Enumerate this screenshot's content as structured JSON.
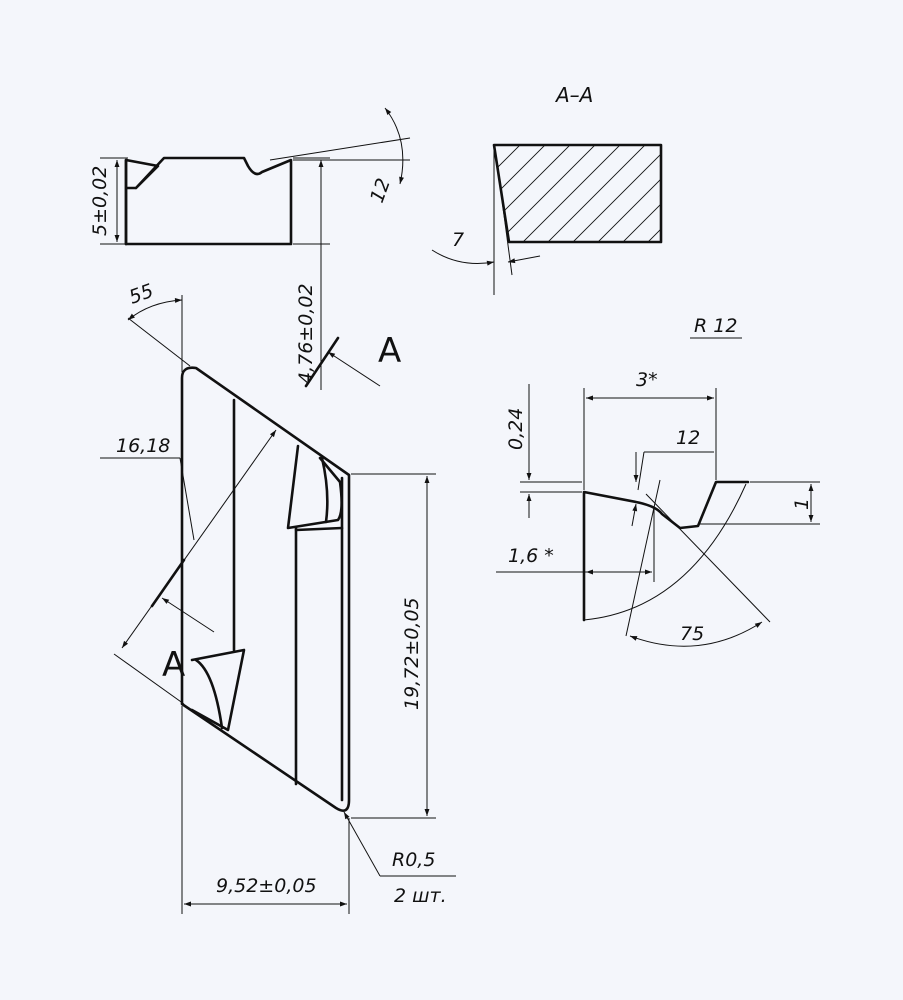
{
  "section": {
    "title": "A–A",
    "angle": "7"
  },
  "front_view": {
    "height": "5±0,02",
    "angle": "12"
  },
  "top_view": {
    "angle": "55",
    "diag": "16,18",
    "length": "19,72±0,05",
    "width": "9,52±0,05",
    "radius": "R0,5",
    "qty": "2 шт.",
    "offset": "4,76±0,02",
    "cut_letter_1": "A",
    "cut_letter_2": "A"
  },
  "detail": {
    "radius": "R 12",
    "width": "3*",
    "depth": "0,24",
    "angle1": "12",
    "step": "1",
    "size": "1,6 *",
    "angle2": "75"
  }
}
